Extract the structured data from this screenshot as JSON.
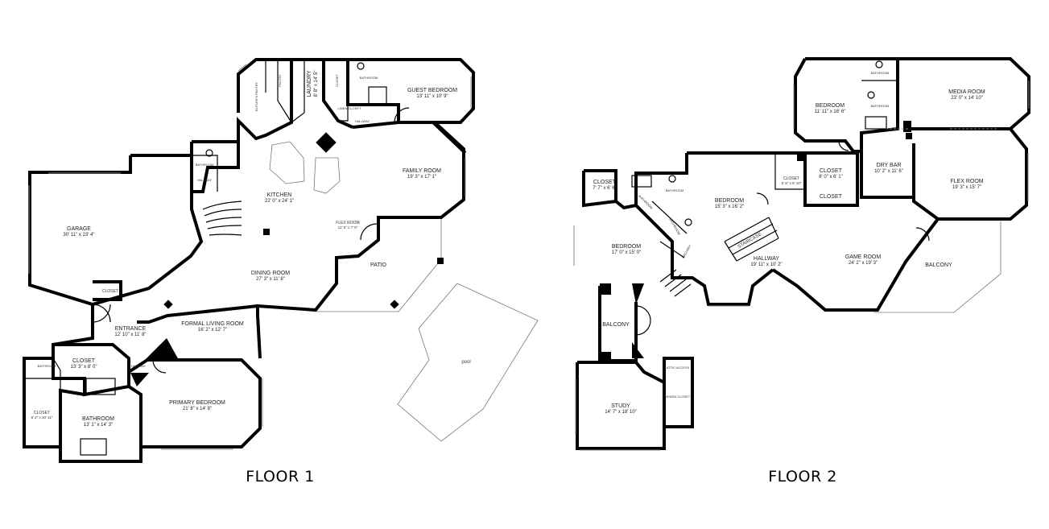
{
  "floors": [
    {
      "title": "FLOOR 1",
      "rooms": [
        {
          "name": "GARAGE",
          "dims": "30' 11\" x 23' 4\""
        },
        {
          "name": "KITCHEN",
          "dims": "22' 0\" x 24' 1\""
        },
        {
          "name": "FAMILY ROOM",
          "dims": "19' 3\" x 17' 1\""
        },
        {
          "name": "GUEST BEDROOM",
          "dims": "13' 11\" x 10' 9\""
        },
        {
          "name": "LAUNDRY",
          "dims": "8' 8\" x 14' 5\""
        },
        {
          "name": "DINING ROOM",
          "dims": "27' 3\" x 11' 8\""
        },
        {
          "name": "FLEX ROOM",
          "dims": "12' 5\" x 7' 8\""
        },
        {
          "name": "PATIO",
          "dims": ""
        },
        {
          "name": "ENTRANCE",
          "dims": "12' 10\" x 11' 8\""
        },
        {
          "name": "FORMAL LIVING ROOM",
          "dims": "16' 2\" x 12' 7\""
        },
        {
          "name": "CLOSET",
          "dims": "13' 3\" x 8' 0\""
        },
        {
          "name": "PRIMARY BEDROOM",
          "dims": "21' 8\" x 14' 8\""
        },
        {
          "name": "BATHROOM",
          "dims": "13' 1\" x 14' 3\""
        },
        {
          "name": "CLOSET",
          "dims": "6' 2\" x 10' 11\""
        },
        {
          "name": "CLOSET",
          "dims": ""
        },
        {
          "name": "pool",
          "dims": ""
        }
      ],
      "small_labels": [
        "BATHROOM",
        "HALLWAY",
        "PANTRY",
        "CLOSET",
        "BATHROOM",
        "LINEN CLOSET",
        "HALLWAY",
        "BATHROOM",
        "HALLWAY",
        "BUTLER'S PANTRY"
      ]
    },
    {
      "title": "FLOOR 2",
      "rooms": [
        {
          "name": "BEDROOM",
          "dims": "11' 11\" x 16' 6\""
        },
        {
          "name": "MEDIA ROOM",
          "dims": "23' 0\" x 14' 10\""
        },
        {
          "name": "DRY BAR",
          "dims": "10' 2\" x 11' 6\""
        },
        {
          "name": "FLEX ROOM",
          "dims": "19' 3\" x 15' 7\""
        },
        {
          "name": "CLOSET",
          "dims": "7' 7\" x 6' 6\""
        },
        {
          "name": "BEDROOM",
          "dims": "15' 3\" x 16' 2\""
        },
        {
          "name": "CLOSET",
          "dims": "5' 5\" x 8' 10\""
        },
        {
          "name": "CLOSET",
          "dims": "8' 0\" x 6' 1\""
        },
        {
          "name": "CLOSET",
          "dims": ""
        },
        {
          "name": "BEDROOM",
          "dims": "17' 0\" x 15' 0\""
        },
        {
          "name": "HALLWAY",
          "dims": "19' 11\" x 10' 2\""
        },
        {
          "name": "GAME ROOM",
          "dims": "24' 2\" x 19' 3\""
        },
        {
          "name": "BALCONY",
          "dims": ""
        },
        {
          "name": "BALCONY",
          "dims": ""
        },
        {
          "name": "STUDY",
          "dims": "14' 7\" x 18' 10\""
        }
      ],
      "small_labels": [
        "BATHROOM",
        "BATHROOM",
        "BATHROOM",
        "BATHROOM",
        "BATHROOM",
        "HALLWAY",
        "STAIRCASE",
        "ATTIC ACCESS",
        "HIDDEN CLOSET"
      ]
    }
  ]
}
